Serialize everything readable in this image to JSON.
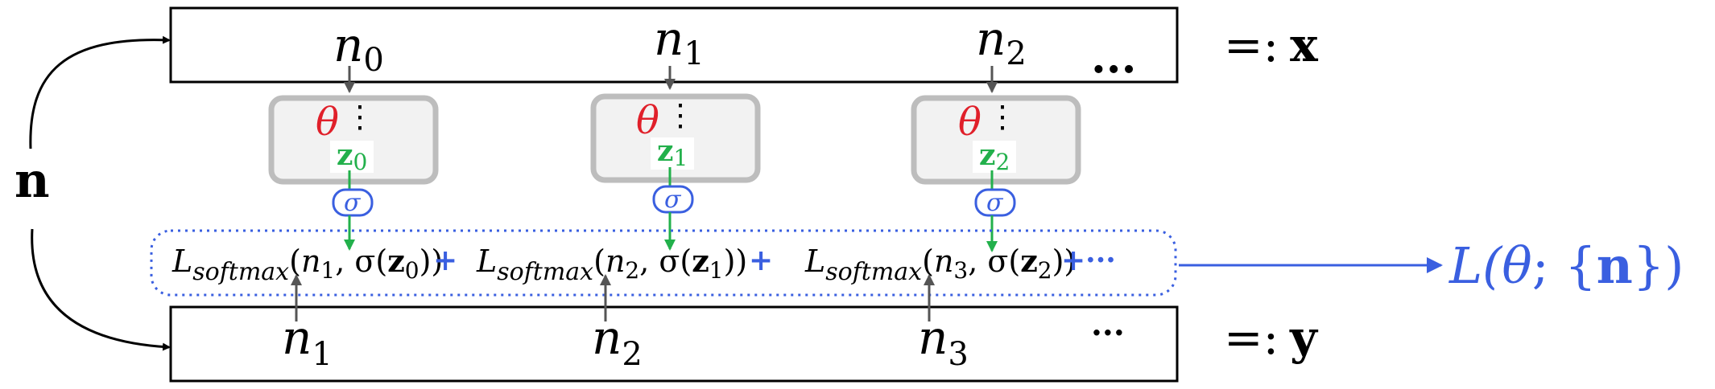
{
  "colors": {
    "black": "#000000",
    "gray_box": "#bdbdbd",
    "gray_fill": "#f2f2f2",
    "gray_arrow": "#555555",
    "red": "#e0202a",
    "green": "#22b04b",
    "blue": "#3a5fe0"
  },
  "top_row": {
    "tokens": [
      {
        "base": "n",
        "sub": "0"
      },
      {
        "base": "n",
        "sub": "1"
      },
      {
        "base": "n",
        "sub": "2"
      }
    ],
    "ellipsis": "...",
    "label_op": "=:",
    "label_var": "x"
  },
  "bottom_row": {
    "tokens": [
      {
        "base": "n",
        "sub": "1"
      },
      {
        "base": "n",
        "sub": "2"
      },
      {
        "base": "n",
        "sub": "3"
      }
    ],
    "ellipsis": "···",
    "label_op": "=:",
    "label_var": "y"
  },
  "input_label": "n",
  "model_blocks": [
    {
      "theta": "θ",
      "z_base": "z",
      "z_sub": "0",
      "sigma": "σ",
      "dots": "⋮"
    },
    {
      "theta": "θ",
      "z_base": "z",
      "z_sub": "1",
      "sigma": "σ",
      "dots": "⋮"
    },
    {
      "theta": "θ",
      "z_base": "z",
      "z_sub": "2",
      "sigma": "σ",
      "dots": "⋮"
    }
  ],
  "loss_terms": [
    {
      "L": "L",
      "sub": "softmax",
      "open": "(",
      "n_base": "n",
      "n_sub": "1",
      "mid": ", σ(",
      "z_base": "z",
      "z_sub": "0",
      "close": "))"
    },
    {
      "L": "L",
      "sub": "softmax",
      "open": "(",
      "n_base": "n",
      "n_sub": "2",
      "mid": ", σ(",
      "z_base": "z",
      "z_sub": "1",
      "close": "))"
    },
    {
      "L": "L",
      "sub": "softmax",
      "open": "(",
      "n_base": "n",
      "n_sub": "3",
      "mid": ", σ(",
      "z_base": "z",
      "z_sub": "2",
      "close": "))"
    }
  ],
  "plus": "+",
  "plus_tail": "+···",
  "total_loss": {
    "L": "L(",
    "theta": "θ",
    "sep": "; {",
    "n": "n",
    "close": "})"
  }
}
